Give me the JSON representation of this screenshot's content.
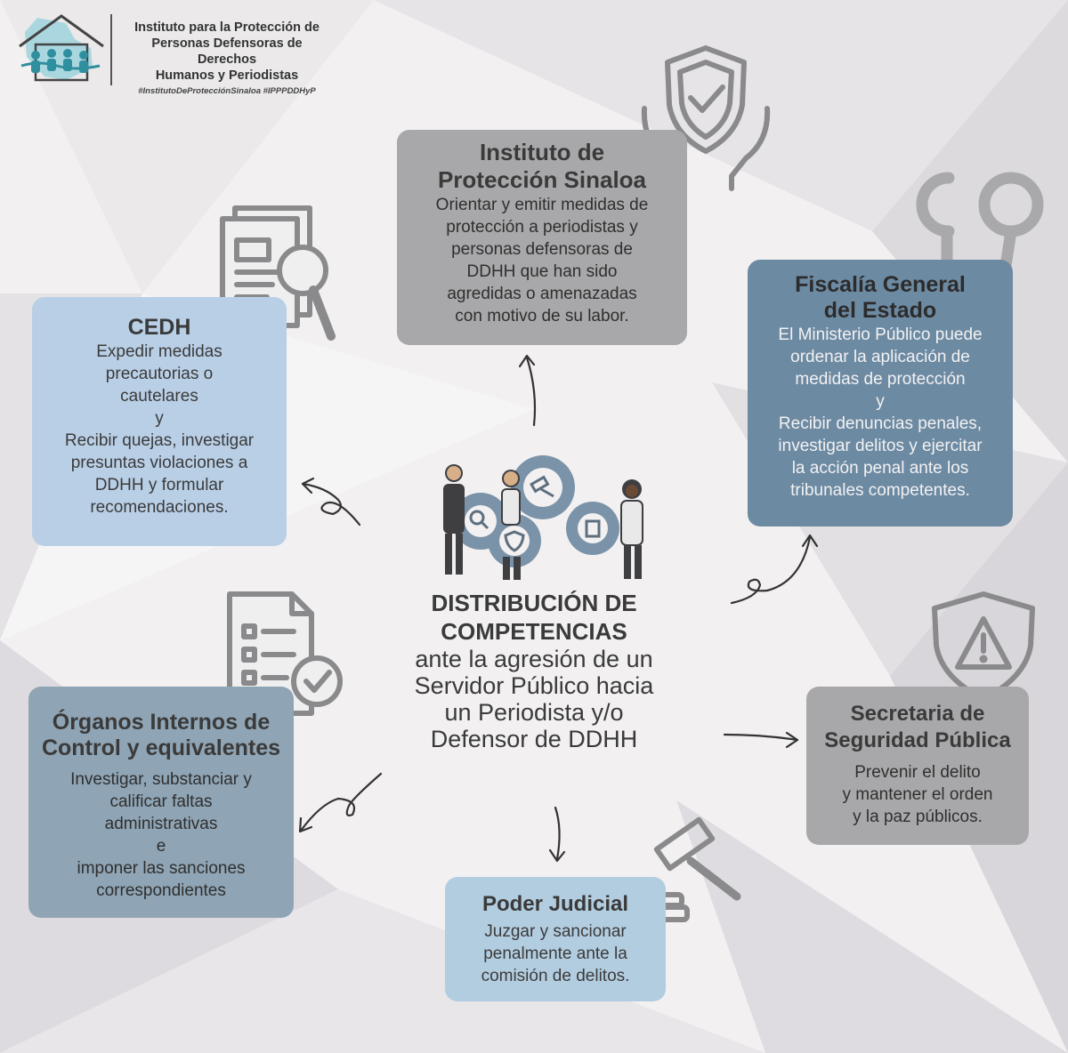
{
  "colors": {
    "gray_box": "#a8a8aa",
    "blue_light_box": "#b9cfe6",
    "slate_box": "#6d8aa3",
    "steel_box": "#8fa4b4",
    "pale_blue_box": "#b3cde0",
    "icon_gray": "#8a8a8c",
    "gear_blue": "#7a93a8"
  },
  "header": {
    "org_lines": [
      "Instituto para la Protección de",
      "Personas Defensoras de Derechos",
      "Humanos y Periodistas"
    ],
    "hashtags": "#InstitutoDeProtecciónSinaloa  #IPPPDDHyP"
  },
  "center": {
    "title_lines": [
      "DISTRIBUCIÓN DE",
      "COMPETENCIAS"
    ],
    "subtitle_lines": [
      "ante la agresión de un",
      "Servidor Público hacia",
      "un Periodista y/o",
      "Defensor de DDHH"
    ]
  },
  "boxes": {
    "instituto": {
      "title_lines": [
        "Instituto de",
        "Protección Sinaloa"
      ],
      "body_lines": [
        "Orientar y emitir medidas de",
        "protección a periodistas y",
        "personas defensoras de",
        "DDHH que han sido",
        "agredidas o amenazadas",
        "con motivo de su labor."
      ]
    },
    "cedh": {
      "title_lines": [
        "CEDH"
      ],
      "body_lines": [
        "Expedir medidas",
        "precautorias o",
        "cautelares",
        "y",
        "Recibir quejas, investigar",
        "presuntas violaciones a",
        "DDHH y formular",
        "recomendaciones."
      ]
    },
    "fiscalia": {
      "title_lines": [
        "Fiscalía General",
        "del Estado"
      ],
      "body_lines": [
        "El Ministerio Público puede",
        "ordenar la aplicación de",
        "medidas de protección",
        "y",
        "Recibir denuncias penales,",
        "investigar delitos y ejercitar",
        "la acción penal ante los",
        "tribunales competentes."
      ]
    },
    "organos": {
      "title_lines": [
        "Órganos Internos de",
        "Control y equivalentes"
      ],
      "body_lines": [
        "Investigar, substanciar y",
        "calificar faltas",
        "administrativas",
        "e",
        "imponer las sanciones",
        "correspondientes"
      ]
    },
    "seguridad": {
      "title_lines": [
        "Secretaria de",
        "Seguridad Pública"
      ],
      "body_lines": [
        "Prevenir el delito",
        "y mantener el orden",
        "y la paz públicos."
      ]
    },
    "judicial": {
      "title_lines": [
        "Poder Judicial"
      ],
      "body_lines": [
        "Juzgar y sancionar",
        "penalmente ante la",
        "comisión de delitos."
      ]
    }
  }
}
